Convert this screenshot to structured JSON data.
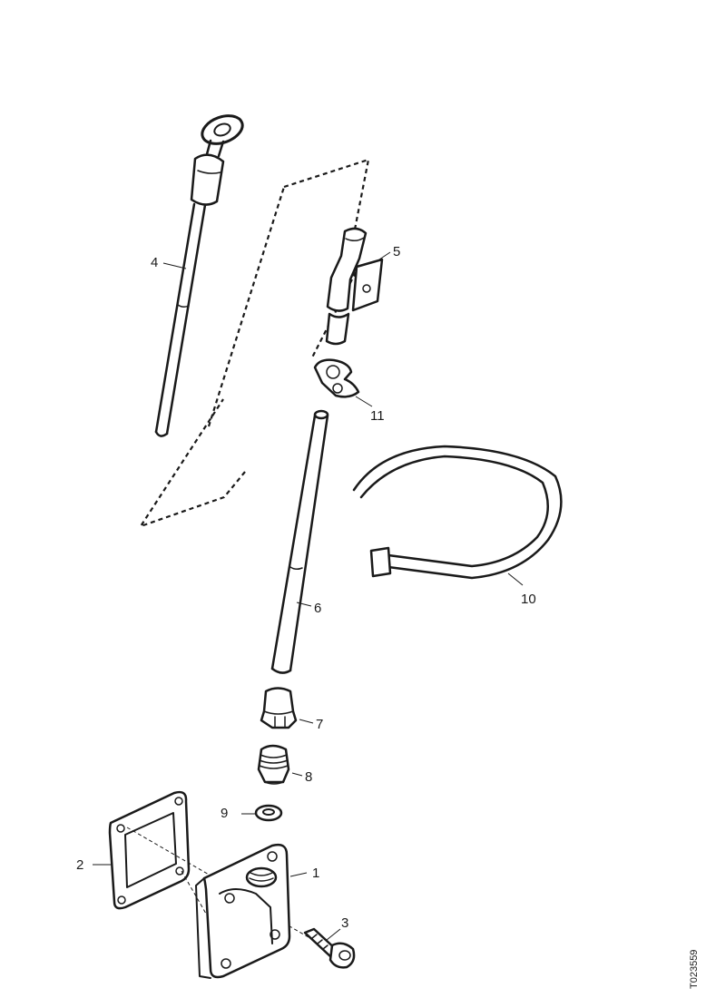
{
  "callouts": {
    "c1": "1",
    "c2": "2",
    "c3": "3",
    "c4": "4",
    "c5": "5",
    "c6": "6",
    "c7": "7",
    "c8": "8",
    "c9": "9",
    "c10": "10",
    "c11": "11"
  },
  "reference_number": "T023559"
}
